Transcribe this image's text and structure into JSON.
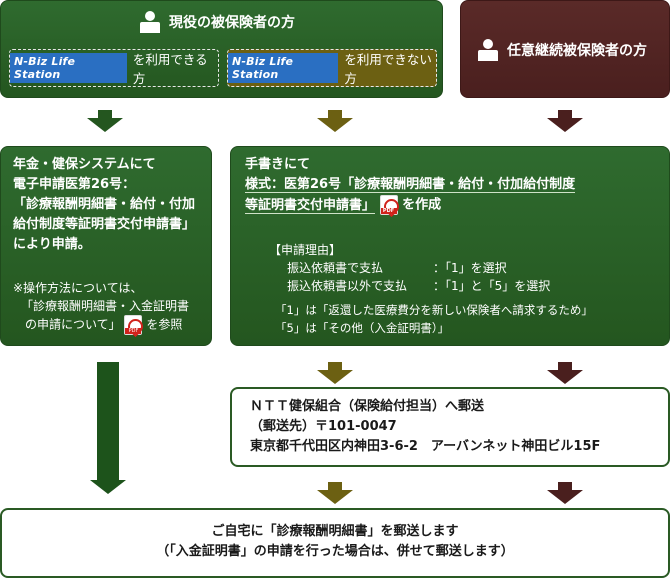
{
  "top_left": {
    "title": "現役の被保険者の方",
    "option_a": {
      "badge": "N-Biz Life Station",
      "text": "を利用できる方"
    },
    "option_b": {
      "badge": "N-Biz Life Station",
      "text": "を利用できない方"
    }
  },
  "top_right": {
    "title": "任意継続被保険者の方"
  },
  "left_box": {
    "line1": "年金・健保システムにて",
    "line2": "電子申請医第26号：",
    "line3": "「診療報酬明細書・給付・付加",
    "line4": "給付制度等証明書交付申請書」",
    "line5": "により申請。",
    "note1": "※操作方法については、",
    "note2": "「診療報酬明細書・入金証明書",
    "note3": "の申請について」",
    "note4": "を参照"
  },
  "right_box": {
    "line1": "手書きにて",
    "line2": "様式：医第26号「診療報酬明細書・給付・付加給付制度",
    "line3": "等証明書交付申請書」",
    "line3_suffix": "を作成",
    "reason_title": "【申請理由】",
    "reason1_label": "振込依頼書で支払",
    "reason1_value": "：「1」を選択",
    "reason2_label": "振込依頼書以外で支払",
    "reason2_value": "：「1」と「5」を選択",
    "note1": "「1」は「返還した医療費分を新しい保険者へ請求するため」",
    "note2": "「5」は「その他（入金証明書）」"
  },
  "mail_box": {
    "line1": "ＮＴＴ健保組合（保険給付担当）へ郵送",
    "line2": "（郵送先）〒101-0047",
    "line3": "東京都千代田区内神田3-6-2　アーバンネット神田ビル15F"
  },
  "bottom_box": {
    "line1": "ご自宅に「診療報酬明細書」を郵送します",
    "line2": "（「入金証明書」の申請を行った場合は、併せて郵送します）"
  },
  "pdf_icon_label": "PDF",
  "colors": {
    "green": "#24561f",
    "olive": "#6c6012",
    "brown": "#4a1f1e",
    "blue_badge": "#2a6fc2"
  }
}
